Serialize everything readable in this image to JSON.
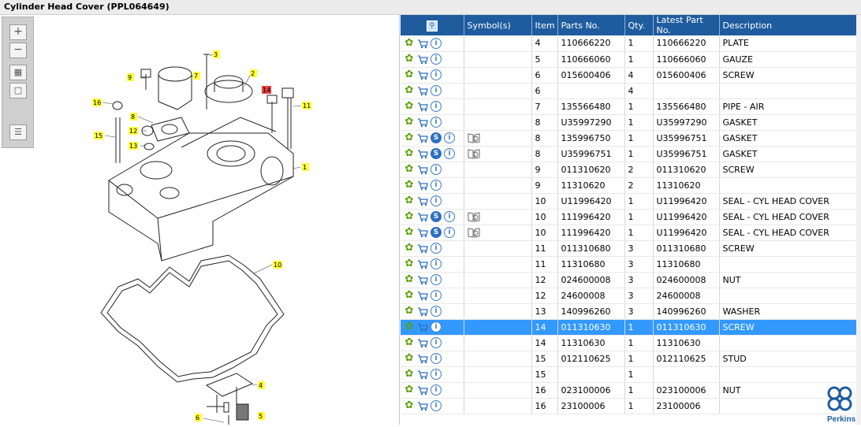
{
  "window": {
    "title": "Cylinder Head Cover (PPL064649)"
  },
  "toolbar": {
    "buttons": [
      "zoom-in",
      "zoom-out",
      "fit-all",
      "fit-window",
      "list-view"
    ]
  },
  "drawing": {
    "callouts": [
      "3",
      "7",
      "9",
      "2",
      "14",
      "11",
      "16",
      "8",
      "12",
      "13",
      "15",
      "1",
      "10",
      "4",
      "6",
      "5"
    ]
  },
  "table": {
    "headers": [
      "",
      "Symbol(s)",
      "Item",
      "Parts No.",
      "Qty.",
      "Latest Part No.",
      "Description"
    ],
    "rows": [
      {
        "cart": true,
        "symbol": false,
        "info": true,
        "book": false,
        "item": "4",
        "part": "110666220",
        "qty": "1",
        "latest": "110666220",
        "desc": "PLATE",
        "selected": false
      },
      {
        "cart": true,
        "symbol": false,
        "info": true,
        "book": false,
        "item": "5",
        "part": "110666060",
        "qty": "1",
        "latest": "110666060",
        "desc": "GAUZE",
        "selected": false
      },
      {
        "cart": true,
        "symbol": false,
        "info": true,
        "book": false,
        "item": "6",
        "part": "015600406",
        "qty": "4",
        "latest": "015600406",
        "desc": "SCREW",
        "selected": false
      },
      {
        "cart": true,
        "symbol": false,
        "info": true,
        "book": false,
        "item": "6",
        "part": "",
        "qty": "4",
        "latest": "",
        "desc": "",
        "selected": false
      },
      {
        "cart": true,
        "symbol": false,
        "info": true,
        "book": false,
        "item": "7",
        "part": "135566480",
        "qty": "1",
        "latest": "135566480",
        "desc": "PIPE - AIR",
        "selected": false
      },
      {
        "cart": true,
        "symbol": false,
        "info": true,
        "book": false,
        "item": "8",
        "part": "U35997290",
        "qty": "1",
        "latest": "U35997290",
        "desc": "GASKET",
        "selected": false
      },
      {
        "cart": true,
        "symbol": true,
        "info": true,
        "book": true,
        "item": "8",
        "part": "135996750",
        "qty": "1",
        "latest": "U35996751",
        "desc": "GASKET",
        "selected": false
      },
      {
        "cart": true,
        "symbol": true,
        "info": true,
        "book": true,
        "item": "8",
        "part": "U35996751",
        "qty": "1",
        "latest": "U35996751",
        "desc": "GASKET",
        "selected": false
      },
      {
        "cart": true,
        "symbol": false,
        "info": true,
        "book": false,
        "item": "9",
        "part": "011310620",
        "qty": "2",
        "latest": "011310620",
        "desc": "SCREW",
        "selected": false
      },
      {
        "cart": true,
        "symbol": false,
        "info": true,
        "book": false,
        "item": "9",
        "part": "11310620",
        "qty": "2",
        "latest": "11310620",
        "desc": "",
        "selected": false
      },
      {
        "cart": true,
        "symbol": false,
        "info": true,
        "book": false,
        "item": "10",
        "part": "U11996420",
        "qty": "1",
        "latest": "U11996420",
        "desc": "SEAL - CYL HEAD COVER",
        "selected": false
      },
      {
        "cart": true,
        "symbol": true,
        "info": true,
        "book": true,
        "item": "10",
        "part": "111996420",
        "qty": "1",
        "latest": "U11996420",
        "desc": "SEAL - CYL HEAD COVER",
        "selected": false
      },
      {
        "cart": true,
        "symbol": true,
        "info": true,
        "book": true,
        "item": "10",
        "part": "111996420",
        "qty": "1",
        "latest": "U11996420",
        "desc": "SEAL - CYL HEAD COVER",
        "selected": false
      },
      {
        "cart": true,
        "symbol": false,
        "info": true,
        "book": false,
        "item": "11",
        "part": "011310680",
        "qty": "3",
        "latest": "011310680",
        "desc": "SCREW",
        "selected": false
      },
      {
        "cart": true,
        "symbol": false,
        "info": true,
        "book": false,
        "item": "11",
        "part": "11310680",
        "qty": "3",
        "latest": "11310680",
        "desc": "",
        "selected": false
      },
      {
        "cart": true,
        "symbol": false,
        "info": true,
        "book": false,
        "item": "12",
        "part": "024600008",
        "qty": "3",
        "latest": "024600008",
        "desc": "NUT",
        "selected": false
      },
      {
        "cart": true,
        "symbol": false,
        "info": true,
        "book": false,
        "item": "12",
        "part": "24600008",
        "qty": "3",
        "latest": "24600008",
        "desc": "",
        "selected": false
      },
      {
        "cart": true,
        "symbol": false,
        "info": true,
        "book": false,
        "item": "13",
        "part": "140996260",
        "qty": "3",
        "latest": "140996260",
        "desc": "WASHER",
        "selected": false
      },
      {
        "cart": true,
        "symbol": false,
        "info": true,
        "book": false,
        "item": "14",
        "part": "011310630",
        "qty": "1",
        "latest": "011310630",
        "desc": "SCREW",
        "selected": true
      },
      {
        "cart": true,
        "symbol": false,
        "info": true,
        "book": false,
        "item": "14",
        "part": "11310630",
        "qty": "1",
        "latest": "11310630",
        "desc": "",
        "selected": false
      },
      {
        "cart": true,
        "symbol": false,
        "info": true,
        "book": false,
        "item": "15",
        "part": "012110625",
        "qty": "1",
        "latest": "012110625",
        "desc": "STUD",
        "selected": false
      },
      {
        "cart": true,
        "symbol": false,
        "info": true,
        "book": false,
        "item": "15",
        "part": "",
        "qty": "1",
        "latest": "",
        "desc": "",
        "selected": false
      },
      {
        "cart": true,
        "symbol": false,
        "info": true,
        "book": false,
        "item": "16",
        "part": "023100006",
        "qty": "1",
        "latest": "023100006",
        "desc": "NUT",
        "selected": false
      },
      {
        "cart": true,
        "symbol": false,
        "info": true,
        "book": false,
        "item": "16",
        "part": "23100006",
        "qty": "1",
        "latest": "23100006",
        "desc": "",
        "selected": false
      }
    ]
  },
  "logo": {
    "text": "Perkins"
  },
  "colors": {
    "header": "#1e5c9e",
    "selected_row": "#3399ff",
    "callout": "#ffff33",
    "callout_highlight": "#e84040"
  }
}
